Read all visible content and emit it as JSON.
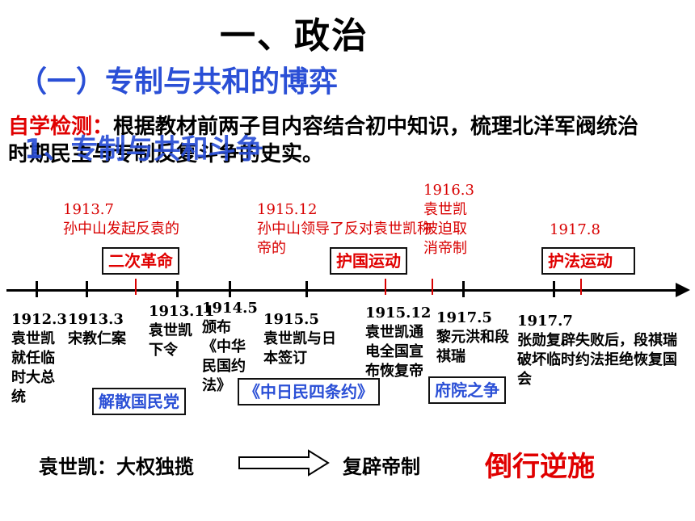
{
  "title": "一、政治",
  "subtitle": "（一）专制与共和的博弈",
  "intro": {
    "lead": "自学检测：",
    "text": "根据教材前两子目内容结合初中知识，梳理北洋军阀统治时期民主与专制反复斗争的史实。"
  },
  "overlay_heading": "1、专制与共和斗争",
  "above_events": [
    {
      "date": "1913.7",
      "text": "孙中山发起反袁的"
    },
    {
      "date": "1915.12",
      "text": "孙中山领导了反对袁世凯称帝的"
    },
    {
      "date": "1916.3",
      "text": "袁世凯被迫取消帝制"
    },
    {
      "date": "1917.8",
      "text": ""
    }
  ],
  "above_boxes": [
    "二次革命",
    "护国运动",
    "护法运动"
  ],
  "below_events": [
    {
      "date": "1912.3",
      "text": "袁世凯就任临时大总统"
    },
    {
      "date": "1913.3",
      "text": "宋教仁案"
    },
    {
      "date": "1913.11",
      "text": "袁世凯下令"
    },
    {
      "date": "1914.5",
      "text": "颁布《中华民国约法》"
    },
    {
      "date": "1915.5",
      "text": "袁世凯与日本签订"
    },
    {
      "date": "1915.12",
      "text": "袁世凯通电全国宣布恢复帝制"
    },
    {
      "date": "1917.5",
      "text": "黎元洪和段祺瑞"
    },
    {
      "date": "1917.7",
      "text": "张勋复辟失败后，段祺瑞破坏临时约法拒绝恢复国会"
    }
  ],
  "below_boxes": [
    "解散国民党",
    "《中日民四条约》",
    "府院之争"
  ],
  "summary": {
    "left": "袁世凯：大权独揽",
    "right": "复辟帝制",
    "conclusion": "倒行逆施"
  }
}
